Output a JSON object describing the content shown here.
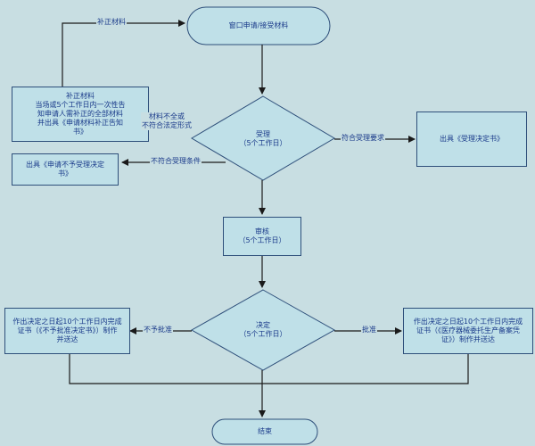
{
  "nodes": {
    "start": "窗口申请/接受材料",
    "supplement": "补正材料\n当场或5个工作日内一次性告\n知申请人需补正的全部材料\n并出具《申请材料补正告知\n书》",
    "acceptance": "受理\n（5个工作日）",
    "reject_accept": "出具《申请不予受理决定\n书》",
    "accept_decision": "出具《受理决定书》",
    "review": "审核\n（5个工作日）",
    "decision": "决定\n（5个工作日）",
    "not_approved": "作出决定之日起10个工作日内完成\n证书（《不予批准决定书》）制作\n并送达",
    "approved": "作出决定之日起10个工作日内完成\n证书（《医疗器械委托生产备案凭\n证》）制作并送达",
    "end": "结束"
  },
  "edge_labels": {
    "supplement": "补正材料",
    "incomplete": "材料不全或\n不符合法定形式",
    "meets": "符合受理要求",
    "not_meet": "不符合受理条件",
    "not_approve": "不予批准",
    "approve": "批准"
  },
  "colors": {
    "background": "#c8dee2",
    "fill": "#bfe0e8",
    "border": "#2e4f7a",
    "text": "#1a3a8a"
  }
}
